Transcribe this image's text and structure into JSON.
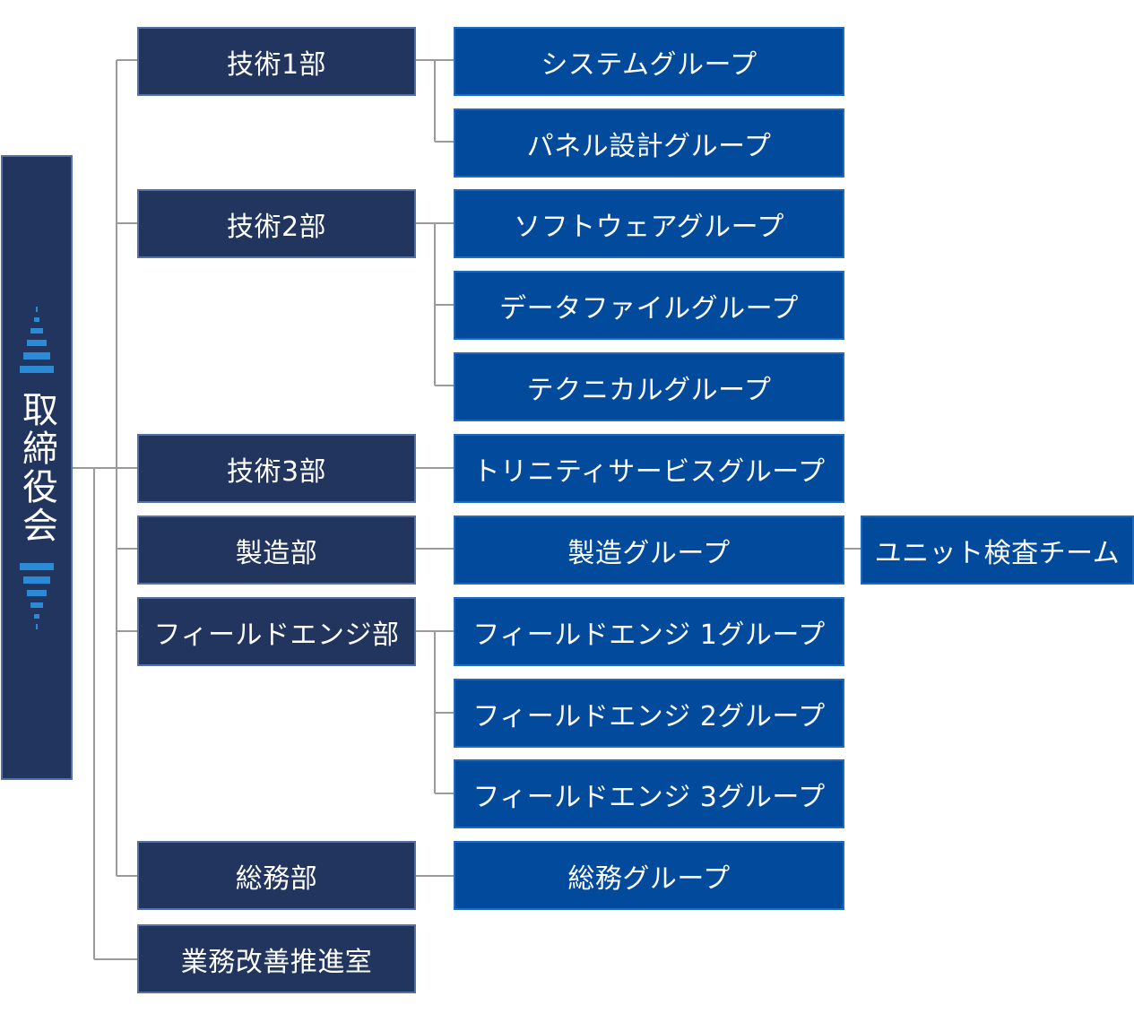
{
  "board": {
    "label": "取締役会",
    "accent_color": "#2b8ad6"
  },
  "colors": {
    "department_fill": "#22355f",
    "department_border": "#5571a3",
    "group_fill": "#014a9c",
    "group_border": "#1d6bc1",
    "connector": "#9a9a9a"
  },
  "departments": [
    {
      "label": "技術1部",
      "groups": [
        "システムグループ",
        "パネル設計グループ"
      ]
    },
    {
      "label": "技術2部",
      "groups": [
        "ソフトウェアグループ",
        "データファイルグループ",
        "テクニカルグループ"
      ]
    },
    {
      "label": "技術3部",
      "groups": [
        "トリニティサービスグループ"
      ]
    },
    {
      "label": "製造部",
      "groups": [
        "製造グループ"
      ],
      "team": "ユニット検査チーム"
    },
    {
      "label": "フィールドエンジ部",
      "groups": [
        "フィールドエンジ 1グループ",
        "フィールドエンジ 2グループ",
        "フィールドエンジ 3グループ"
      ]
    },
    {
      "label": "総務部",
      "groups": [
        "総務グループ"
      ]
    },
    {
      "label": "業務改善推進室",
      "groups": []
    }
  ]
}
